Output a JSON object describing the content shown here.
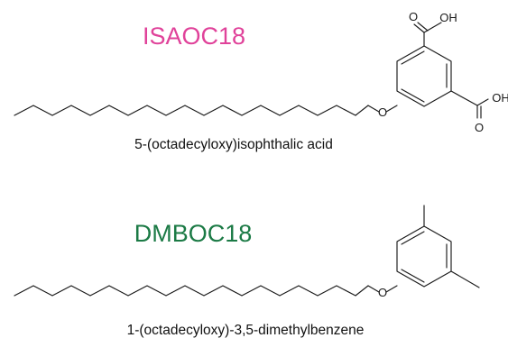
{
  "colors": {
    "code_isaoc18": "#e0429a",
    "code_dmboc18": "#1b7a45",
    "bonds": "#1a1a1a",
    "text": "#111111"
  },
  "compounds": [
    {
      "code": "ISAOC18",
      "name": "5-(octadecyloxy)isophthalic acid",
      "labels": {
        "ether_oxygen": "O",
        "acid_top_carbonyl_oxygen": "O",
        "acid_top_hydroxyl": "OH",
        "acid_right_hydroxyl": "OH",
        "acid_right_carbonyl_oxygen": "O"
      }
    },
    {
      "code": "DMBOC18",
      "name": "1-(octadecyloxy)-3,5-dimethylbenzene",
      "labels": {
        "ether_oxygen": "O"
      }
    }
  ]
}
